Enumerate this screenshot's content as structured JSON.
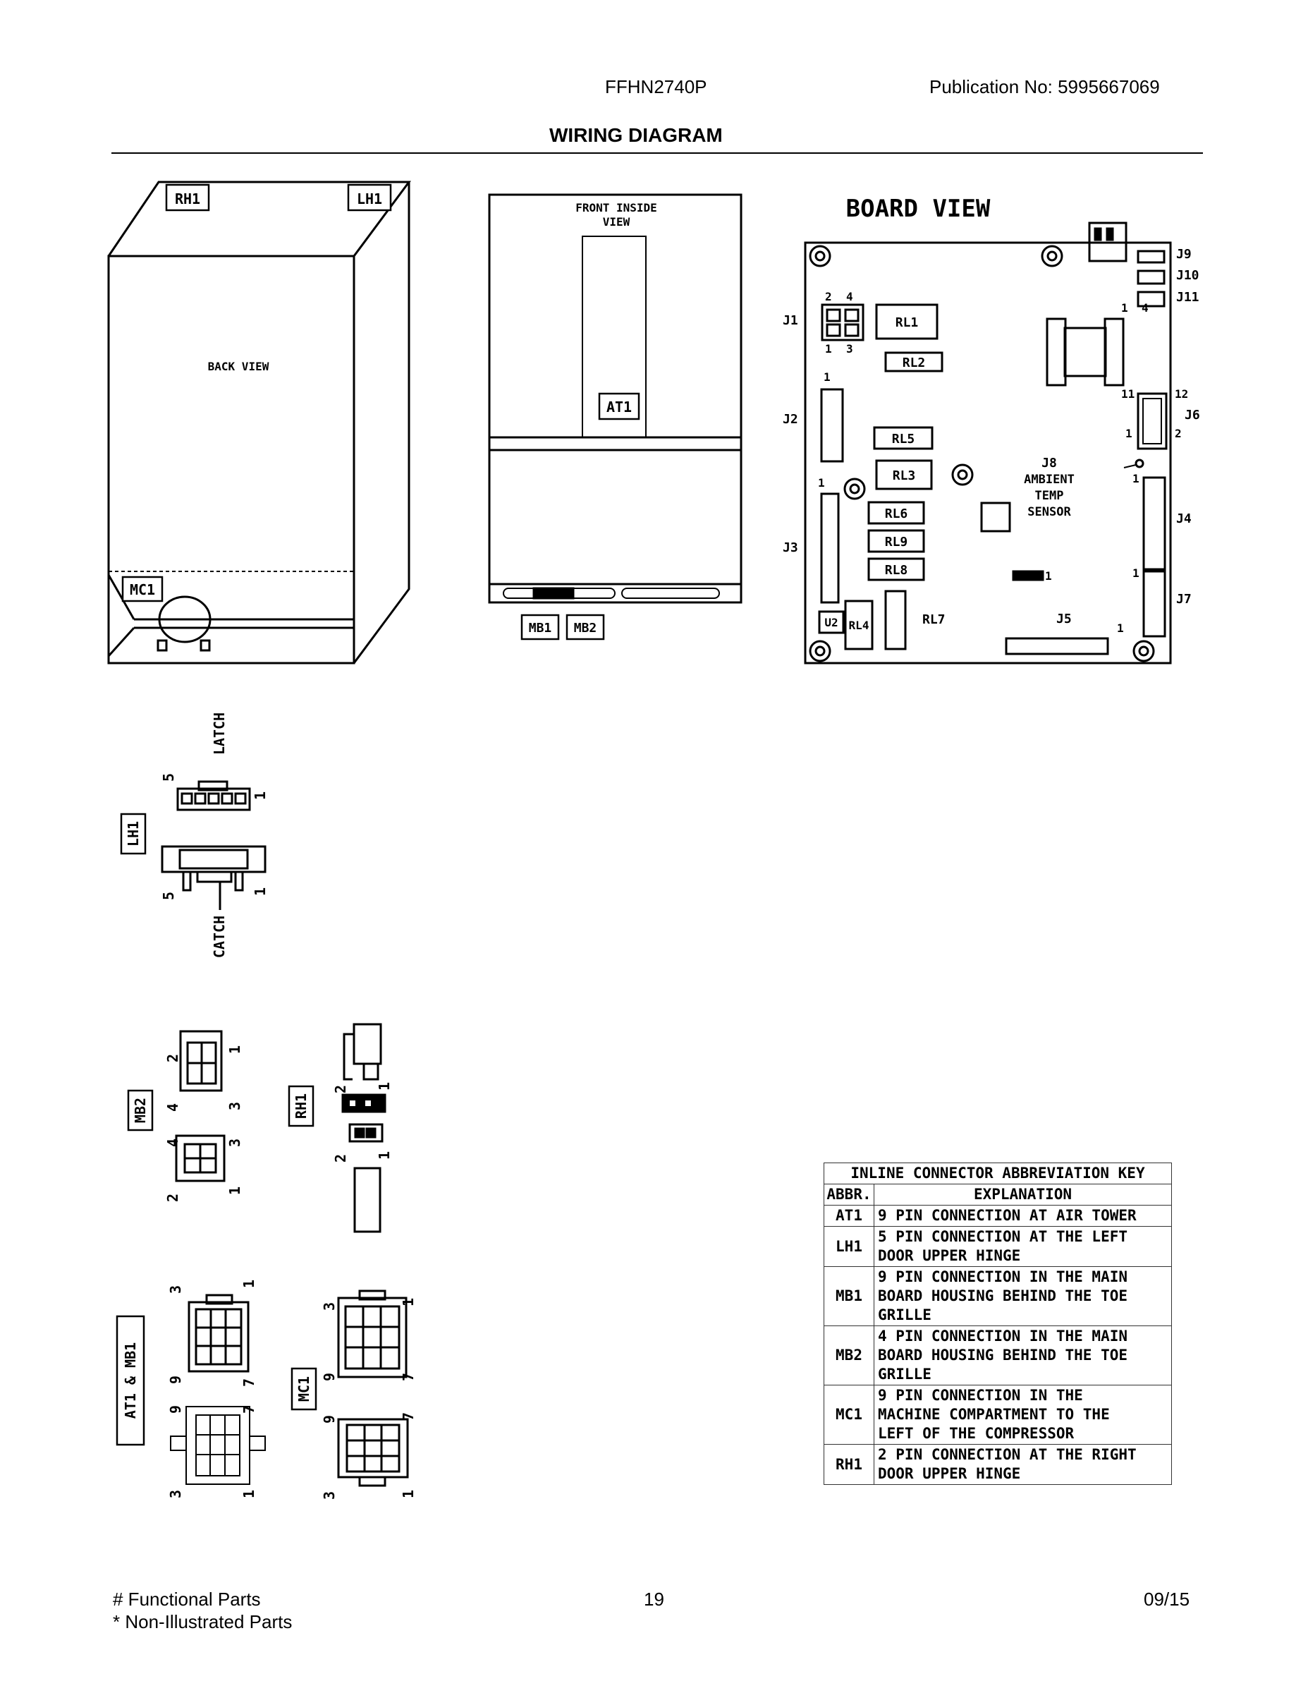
{
  "header": {
    "model": "FFHN2740P",
    "publication": "Publication No:  5995667069",
    "title": "WIRING DIAGRAM"
  },
  "back_view": {
    "label": "BACK VIEW",
    "connectors": [
      "RH1",
      "LH1",
      "MC1"
    ]
  },
  "front_view": {
    "label_line1": "FRONT INSIDE",
    "label_line2": "VIEW",
    "connectors": [
      "AT1",
      "MB1",
      "MB2"
    ]
  },
  "board_view": {
    "title": "BOARD VIEW",
    "connectors": [
      "J1",
      "J2",
      "J3",
      "J4",
      "J5",
      "J6",
      "J7",
      "J9",
      "J10",
      "J11"
    ],
    "relays": [
      "RL1",
      "RL2",
      "RL5",
      "RL3",
      "RL6",
      "RL9",
      "RL8",
      "RL4",
      "RL7"
    ],
    "u2": "U2",
    "j8": [
      "J8",
      "AMBIENT",
      "TEMP",
      "SENSOR"
    ]
  },
  "connector_views": {
    "lh1": {
      "label": "LH1",
      "top": "LATCH",
      "bottom": "CATCH"
    },
    "mb2": {
      "label": "MB2"
    },
    "rh1": {
      "label": "RH1"
    },
    "at1_mb1": {
      "label": "AT1 & MB1"
    },
    "mc1": {
      "label": "MC1"
    }
  },
  "key_table": {
    "caption": "INLINE CONNECTOR ABBREVIATION KEY",
    "col_abbr": "ABBR.",
    "col_expl": "EXPLANATION",
    "rows": [
      {
        "abbr": "AT1",
        "lines": [
          "9 PIN CONNECTION AT AIR TOWER"
        ]
      },
      {
        "abbr": "LH1",
        "lines": [
          "5 PIN CONNECTION AT THE LEFT",
          "DOOR UPPER HINGE"
        ]
      },
      {
        "abbr": "MB1",
        "lines": [
          "9 PIN CONNECTION IN THE MAIN",
          "BOARD HOUSING BEHIND THE TOE",
          "GRILLE"
        ]
      },
      {
        "abbr": "MB2",
        "lines": [
          "4 PIN CONNECTION IN THE MAIN",
          "BOARD HOUSING BEHIND THE TOE",
          "GRILLE"
        ]
      },
      {
        "abbr": "MC1",
        "lines": [
          "9 PIN CONNECTION IN THE",
          "MACHINE COMPARTMENT TO THE",
          "LEFT OF THE COMPRESSOR"
        ]
      },
      {
        "abbr": "RH1",
        "lines": [
          "2 PIN CONNECTION AT THE RIGHT",
          "DOOR UPPER HINGE"
        ]
      }
    ]
  },
  "footer": {
    "left1": "# Functional Parts",
    "left2": "* Non-Illustrated Parts",
    "page": "19",
    "date": "09/15"
  }
}
